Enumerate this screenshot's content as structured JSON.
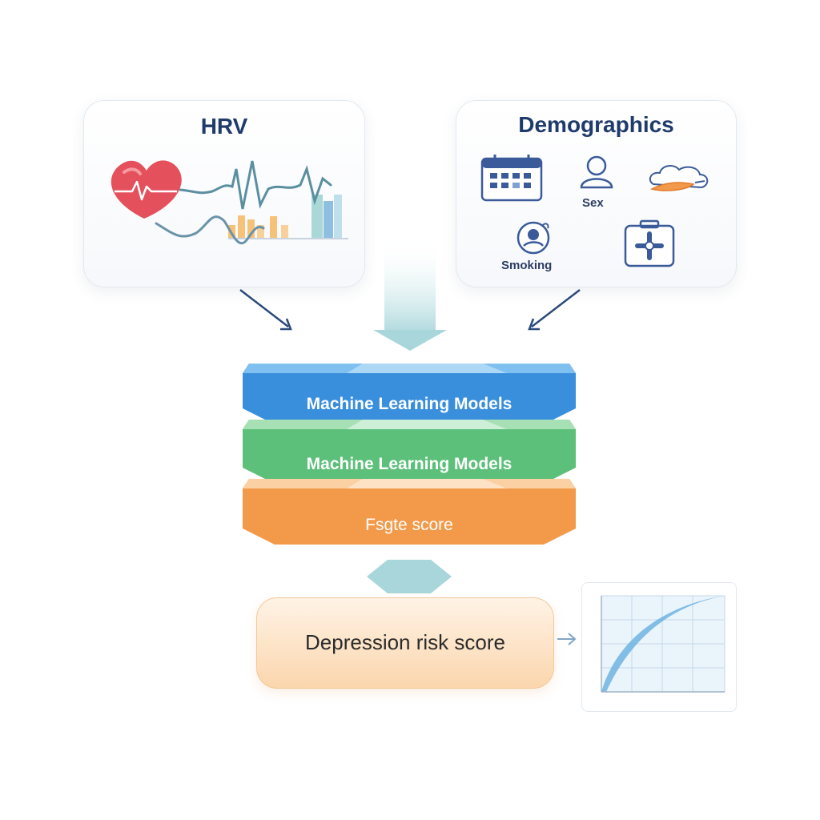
{
  "hrv": {
    "title": "HRV"
  },
  "demographics": {
    "title": "Demographics",
    "items": [
      {
        "icon": "calendar-icon",
        "label": ""
      },
      {
        "icon": "person-icon",
        "label": "Sex"
      },
      {
        "icon": "cloud-icon",
        "label": ""
      },
      {
        "icon": "smoking-icon",
        "label": "Smoking"
      },
      {
        "icon": "medical-kit-icon",
        "label": ""
      }
    ]
  },
  "layers": [
    {
      "label": "Machine Learning Models",
      "color": "#3a8fdd"
    },
    {
      "label": "Machine Learning Models",
      "color": "#5cc07a"
    },
    {
      "label": "Fsgte score",
      "color": "#f39a4a"
    }
  ],
  "output": {
    "label": "Depression risk score"
  },
  "colors": {
    "title": "#1f3b6b",
    "arrow": "#2c4a7a",
    "teal_arrow": "#8fc9cf",
    "heart": "#e4515c",
    "bars": "#f6c27a",
    "curve": "#6fb3e0"
  }
}
